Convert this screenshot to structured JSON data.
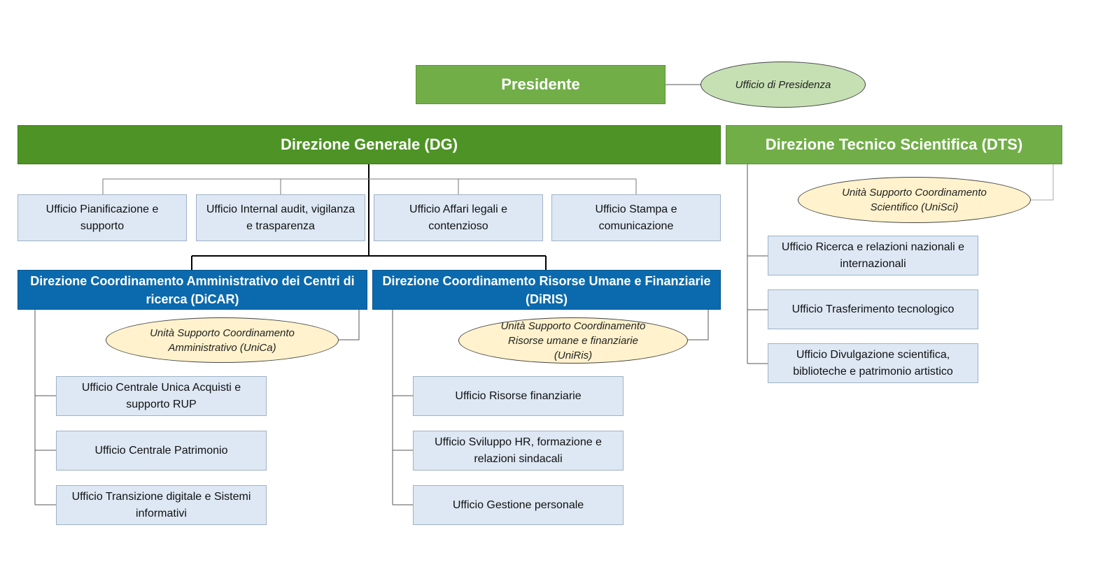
{
  "colors": {
    "dark_green": "#4e9325",
    "light_green": "#71ae48",
    "blue": "#0b6aad",
    "office_fill": "#dde8f4",
    "green_ellipse": "#c6e0b4",
    "yellow_ellipse": "#fff2cc",
    "connector": "#000000"
  },
  "presidente": {
    "title": "Presidente",
    "ufficio": "Ufficio di Presidenza"
  },
  "dg": {
    "title": "Direzione Generale (DG)",
    "offices": [
      "Ufficio Pianificazione e supporto",
      "Ufficio Internal audit, vigilanza e trasparenza",
      "Ufficio Affari legali e contenzioso",
      "Ufficio Stampa e comunicazione"
    ]
  },
  "dts": {
    "title": "Direzione Tecnico Scientifica (DTS)",
    "unit": "Unità Supporto Coordinamento Scientifico (UniSci)",
    "offices": [
      "Ufficio Ricerca e relazioni nazionali e internazionali",
      "Ufficio Trasferimento tecnologico",
      "Ufficio Divulgazione scientifica, biblioteche e patrimonio artistico"
    ]
  },
  "dicar": {
    "title": "Direzione Coordinamento Amministrativo dei Centri di ricerca (DiCAR)",
    "unit": "Unità Supporto Coordinamento Amministrativo (UniCa)",
    "offices": [
      "Ufficio Centrale Unica Acquisti e supporto RUP",
      "Ufficio Centrale Patrimonio",
      "Ufficio Transizione digitale e Sistemi informativi"
    ]
  },
  "diris": {
    "title": "Direzione Coordinamento Risorse Umane e Finanziarie (DiRIS)",
    "unit": "Unità Supporto Coordinamento Risorse umane e finanziarie (UniRis)",
    "offices": [
      "Ufficio Risorse finanziarie",
      "Ufficio Sviluppo HR, formazione e relazioni sindacali",
      "Ufficio Gestione personale"
    ]
  }
}
